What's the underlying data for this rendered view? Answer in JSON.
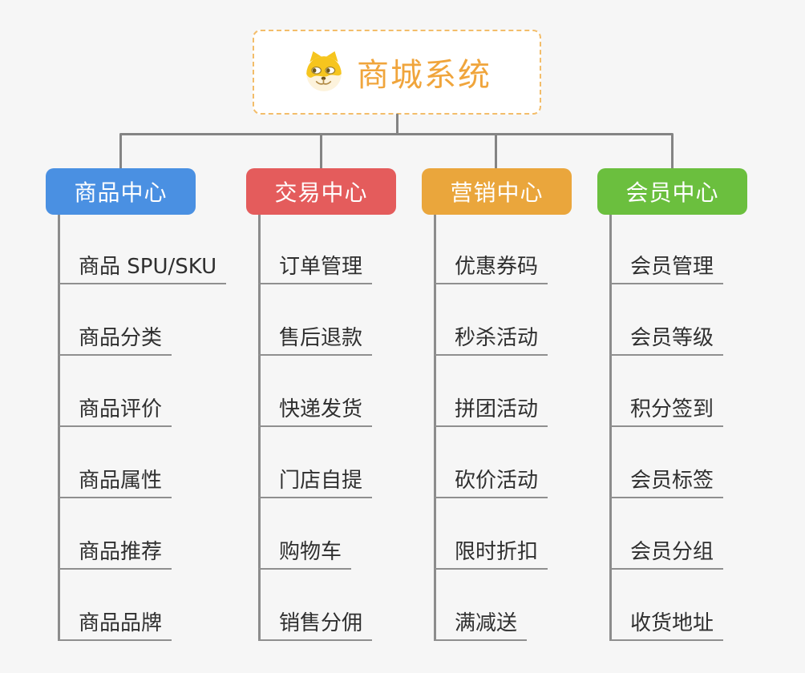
{
  "root": {
    "title": "商城系统",
    "icon": "doge-icon"
  },
  "colors": {
    "background": "#f6f6f6",
    "connector_gray": "#848484",
    "underline_gray": "#8f8f8f",
    "root_border_orange": "#f3bd6a",
    "root_text_orange": "#f0a53c",
    "branch_blue": "#4a90e2",
    "branch_red": "#e45c5c",
    "branch_orange": "#eaa63c",
    "branch_green": "#6bbf3e"
  },
  "branches": [
    {
      "label": "商品中心",
      "color": "#4a90e2",
      "children": [
        "商品 SPU/SKU",
        "商品分类",
        "商品评价",
        "商品属性",
        "商品推荐",
        "商品品牌"
      ]
    },
    {
      "label": "交易中心",
      "color": "#e45c5c",
      "children": [
        "订单管理",
        "售后退款",
        "快递发货",
        "门店自提",
        "购物车",
        "销售分佣"
      ]
    },
    {
      "label": "营销中心",
      "color": "#eaa63c",
      "children": [
        "优惠券码",
        "秒杀活动",
        "拼团活动",
        "砍价活动",
        "限时折扣",
        "满减送"
      ]
    },
    {
      "label": "会员中心",
      "color": "#6bbf3e",
      "children": [
        "会员管理",
        "会员等级",
        "积分签到",
        "会员标签",
        "会员分组",
        "收货地址"
      ]
    }
  ]
}
